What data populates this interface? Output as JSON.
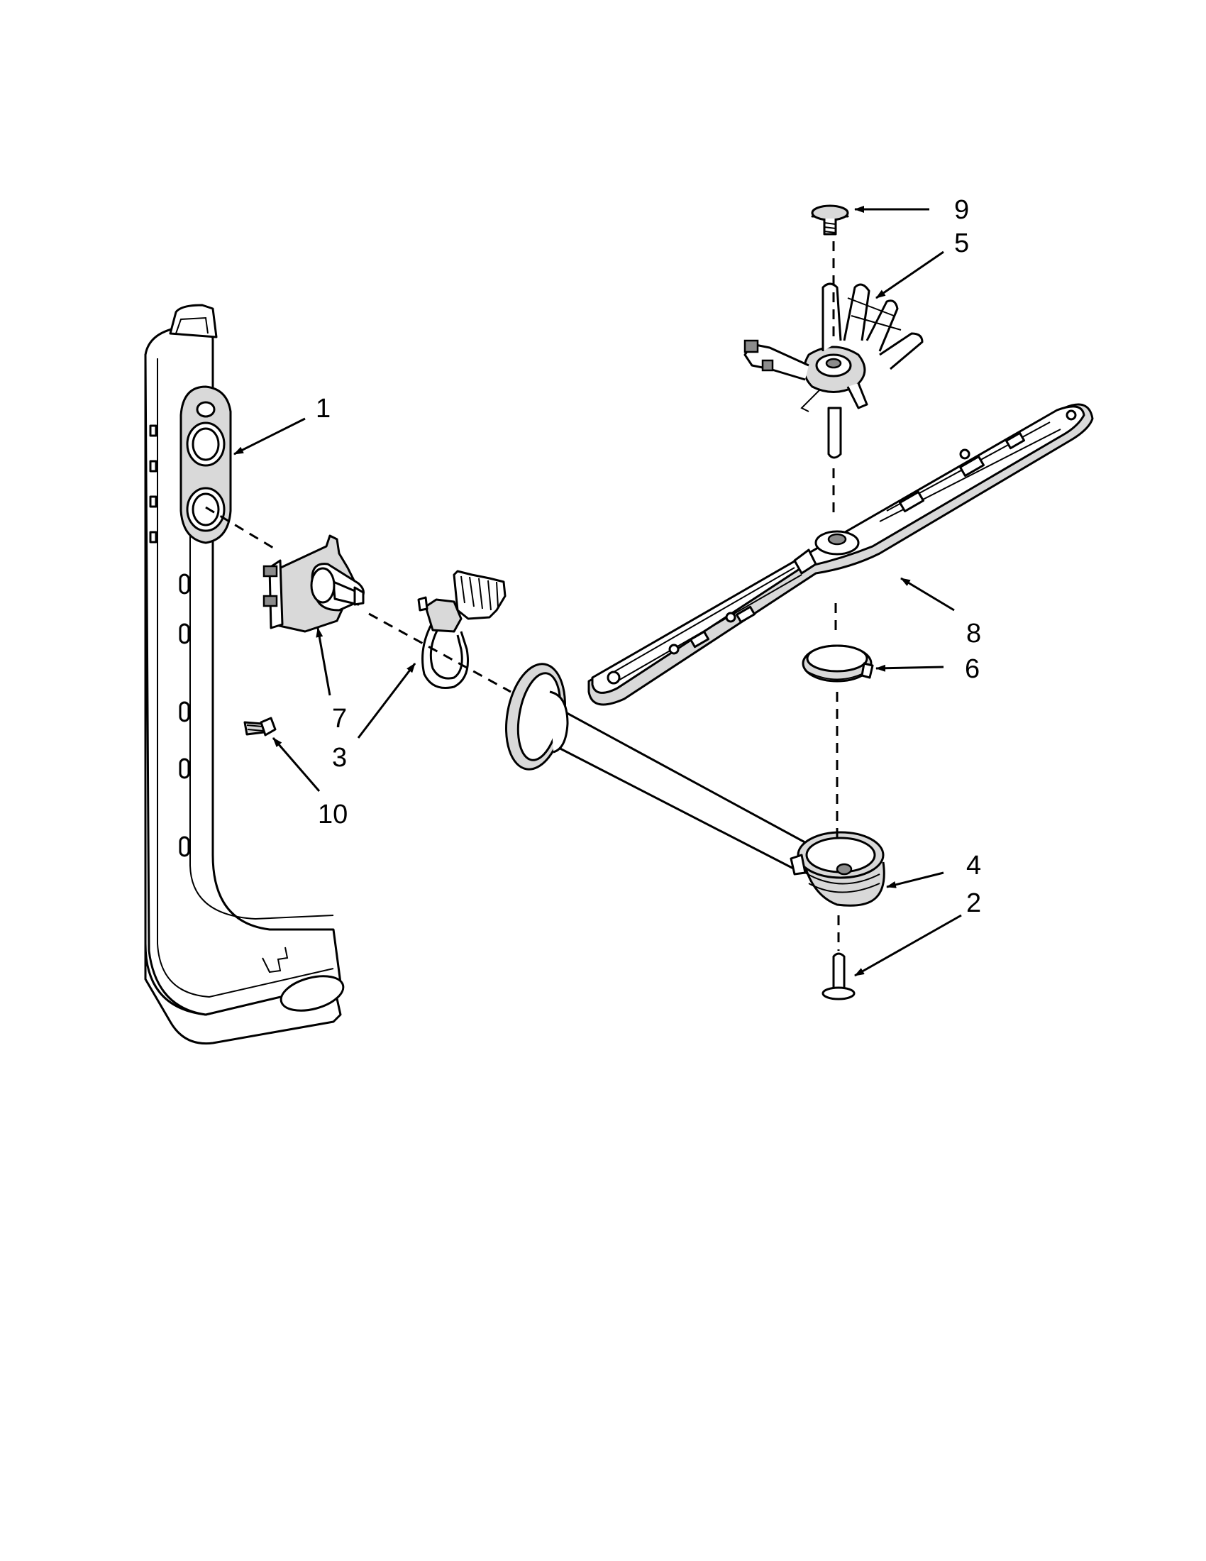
{
  "callouts": [
    {
      "id": "c1",
      "label": "1"
    },
    {
      "id": "c2",
      "label": "2"
    },
    {
      "id": "c3",
      "label": "3"
    },
    {
      "id": "c4",
      "label": "4"
    },
    {
      "id": "c5",
      "label": "5"
    },
    {
      "id": "c6",
      "label": "6"
    },
    {
      "id": "c7",
      "label": "7"
    },
    {
      "id": "c8",
      "label": "8"
    },
    {
      "id": "c9",
      "label": "9"
    },
    {
      "id": "c10",
      "label": "10"
    }
  ],
  "colors": {
    "line": "#000000",
    "shade": "#d9d9d9",
    "dark": "#8c8c8c",
    "background": "#ffffff"
  }
}
